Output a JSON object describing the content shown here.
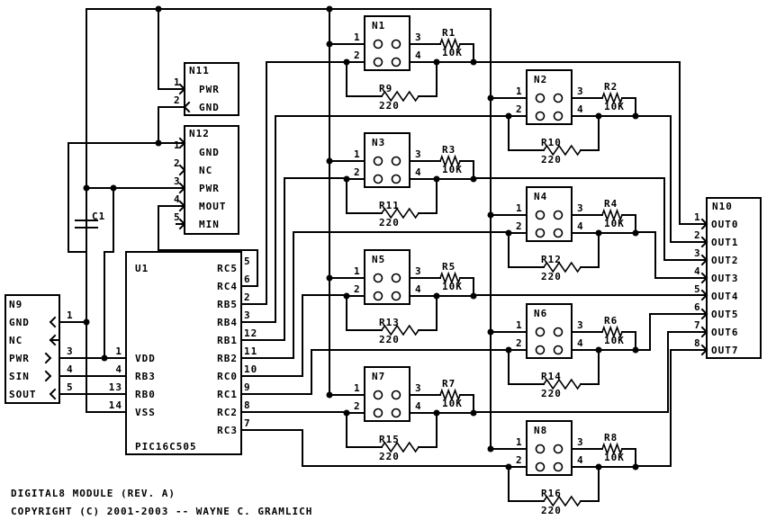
{
  "title_line1": "DIGITAL8 MODULE (REV. A)",
  "title_line2": "COPYRIGHT (C) 2001-2003 -- WAYNE C. GRAMLICH",
  "u1": {
    "name": "U1",
    "part": "PIC16C505",
    "left_pins": [
      {
        "num": "1",
        "label": "VDD"
      },
      {
        "num": "4",
        "label": "RB3"
      },
      {
        "num": "13",
        "label": "RB0"
      },
      {
        "num": "14",
        "label": "VSS"
      }
    ],
    "right_pins": [
      {
        "num": "5",
        "label": "RC5"
      },
      {
        "num": "6",
        "label": "RC4"
      },
      {
        "num": "2",
        "label": "RB5"
      },
      {
        "num": "3",
        "label": "RB4"
      },
      {
        "num": "12",
        "label": "RB1"
      },
      {
        "num": "11",
        "label": "RB2"
      },
      {
        "num": "10",
        "label": "RC0"
      },
      {
        "num": "9",
        "label": "RC1"
      },
      {
        "num": "8",
        "label": "RC2"
      },
      {
        "num": "7",
        "label": "RC3"
      }
    ]
  },
  "n9": {
    "name": "N9",
    "pins": [
      {
        "num": "1",
        "label": "GND"
      },
      {
        "num": "",
        "label": "NC"
      },
      {
        "num": "3",
        "label": "PWR"
      },
      {
        "num": "4",
        "label": "SIN"
      },
      {
        "num": "5",
        "label": "SOUT"
      }
    ]
  },
  "n11": {
    "name": "N11",
    "pins": [
      {
        "num": "1",
        "label": "PWR"
      },
      {
        "num": "2",
        "label": "GND"
      }
    ]
  },
  "n12": {
    "name": "N12",
    "pins": [
      {
        "num": "1",
        "label": "GND"
      },
      {
        "num": "2",
        "label": "NC"
      },
      {
        "num": "3",
        "label": "PWR"
      },
      {
        "num": "4",
        "label": "MOUT"
      },
      {
        "num": "5",
        "label": "MIN"
      }
    ]
  },
  "n10": {
    "name": "N10",
    "pins": [
      {
        "num": "1",
        "label": "OUT0"
      },
      {
        "num": "2",
        "label": "OUT1"
      },
      {
        "num": "3",
        "label": "OUT2"
      },
      {
        "num": "4",
        "label": "OUT3"
      },
      {
        "num": "5",
        "label": "OUT4"
      },
      {
        "num": "6",
        "label": "OUT5"
      },
      {
        "num": "7",
        "label": "OUT6"
      },
      {
        "num": "8",
        "label": "OUT7"
      }
    ]
  },
  "capacitor": {
    "name": "C1"
  },
  "stages": [
    {
      "n": "N1",
      "rs": "R1",
      "rs_val": "10K",
      "rp": "R9",
      "rp_val": "220"
    },
    {
      "n": "N2",
      "rs": "R2",
      "rs_val": "10K",
      "rp": "R10",
      "rp_val": "220"
    },
    {
      "n": "N3",
      "rs": "R3",
      "rs_val": "10K",
      "rp": "R11",
      "rp_val": "220"
    },
    {
      "n": "N4",
      "rs": "R4",
      "rs_val": "10K",
      "rp": "R12",
      "rp_val": "220"
    },
    {
      "n": "N5",
      "rs": "R5",
      "rs_val": "10K",
      "rp": "R13",
      "rp_val": "220"
    },
    {
      "n": "N6",
      "rs": "R6",
      "rs_val": "10K",
      "rp": "R14",
      "rp_val": "220"
    },
    {
      "n": "N7",
      "rs": "R7",
      "rs_val": "10K",
      "rp": "R15",
      "rp_val": "220"
    },
    {
      "n": "N8",
      "rs": "R8",
      "rs_val": "10K",
      "rp": "R16",
      "rp_val": "220"
    }
  ],
  "stage_pin_numbers": [
    "1",
    "2",
    "3",
    "4"
  ]
}
